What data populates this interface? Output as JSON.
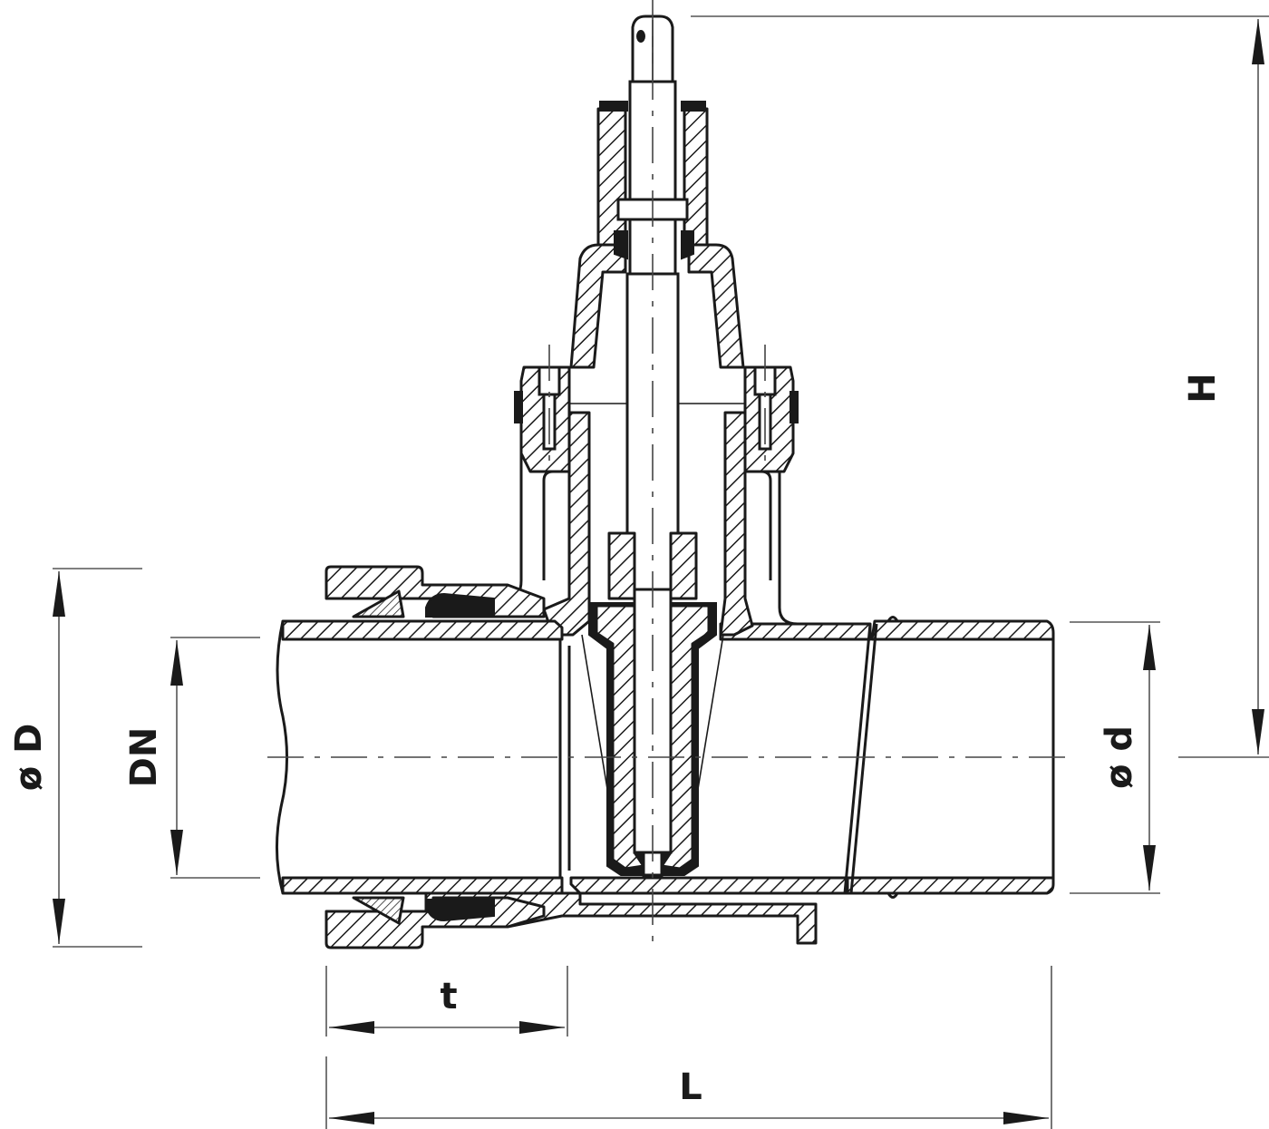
{
  "drawing": {
    "subject": "Gate valve cross-section with socket (push-in) end and spigot end",
    "colors": {
      "line": "#1a1a1a",
      "dimension_line": "#555555",
      "background": "#ffffff"
    }
  },
  "dimensions": {
    "outer_diameter": {
      "label": "ø D",
      "orientation": "vertical"
    },
    "nominal_diameter": {
      "label": "DN",
      "orientation": "vertical"
    },
    "spigot_diameter": {
      "label": "ø d",
      "orientation": "vertical"
    },
    "height": {
      "label": "H",
      "orientation": "vertical"
    },
    "socket_depth": {
      "label": "t",
      "orientation": "horizontal"
    },
    "overall_length": {
      "label": "L",
      "orientation": "horizontal"
    }
  }
}
